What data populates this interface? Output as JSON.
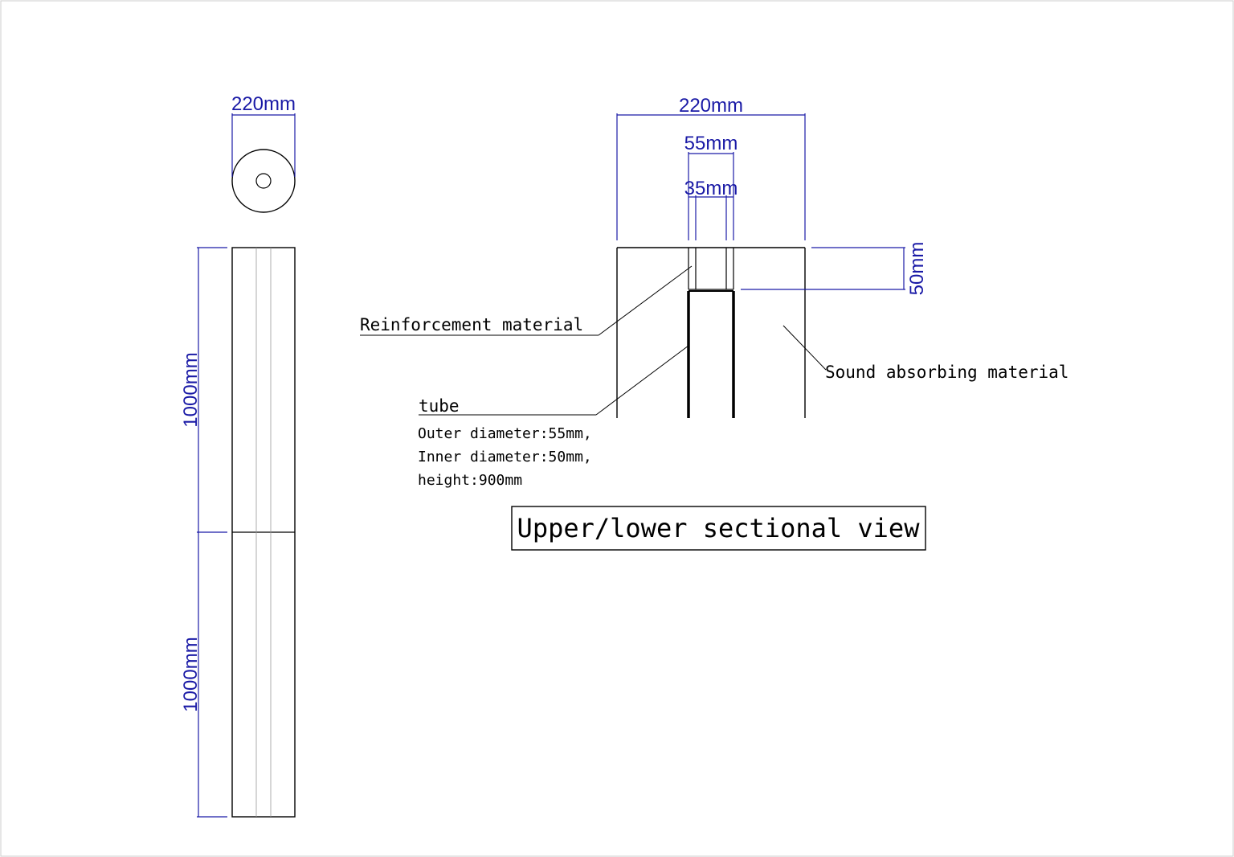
{
  "top_view": {
    "width_label": "220mm"
  },
  "side_view": {
    "upper_height_label": "1000mm",
    "lower_height_label": "1000mm"
  },
  "section_view": {
    "outer_width_label": "220mm",
    "tube_width_label": "55mm",
    "inner_width_label": "35mm",
    "cap_height_label": "50mm",
    "reinforcement_label": "Reinforcement material",
    "sound_label": "Sound absorbing material",
    "tube_label": "tube",
    "tube_specs": [
      "Outer diameter:55mm,",
      "Inner diameter:50mm,",
      "height:900mm"
    ]
  },
  "title": "Upper/lower sectional view",
  "colors": {
    "dimension": "#1a1aa6",
    "line": "#000000"
  }
}
